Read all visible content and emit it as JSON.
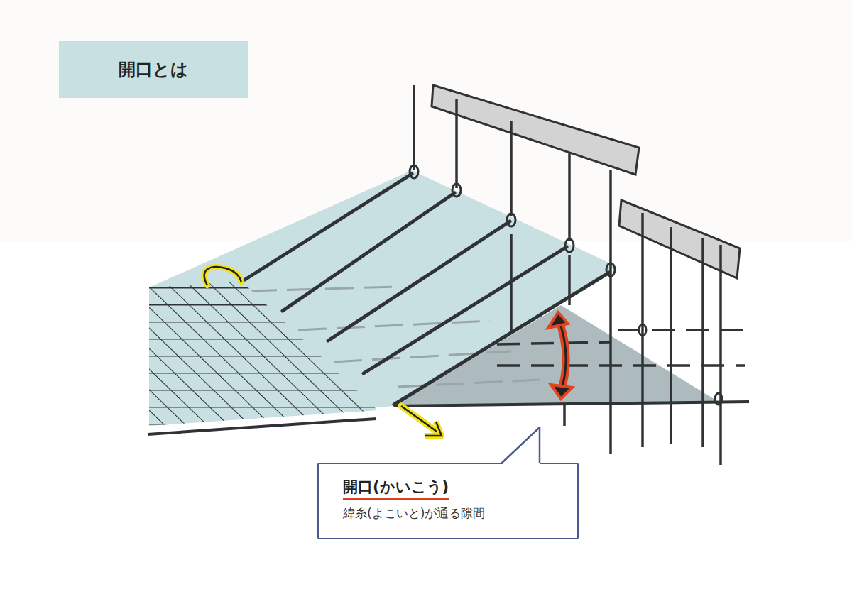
{
  "diagram": {
    "title": "開口とは",
    "nodes": [
      {
        "text": [
          "開口(かいこう)",
          "緯糸(よこいと)が通る隙間"
        ]
      }
    ]
  }
}
